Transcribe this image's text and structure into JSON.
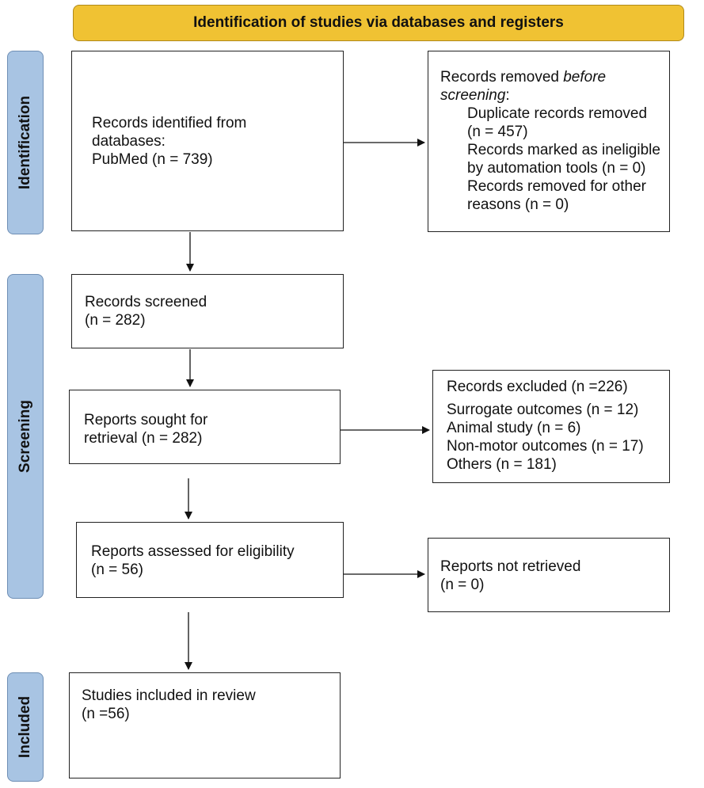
{
  "header": {
    "title": "Identification of studies via databases and registers"
  },
  "phases": {
    "identification": "Identification",
    "screening": "Screening",
    "included": "Included"
  },
  "boxes": {
    "identified": {
      "line1": "Records identified from",
      "line2": "databases:",
      "line3": "PubMed (n = 739)"
    },
    "removed": {
      "line1_pre": "Records removed ",
      "line1_em": "before",
      "line2_em": "screening",
      "line2_post": ":",
      "items": [
        "Duplicate records removed",
        "(n = 457)",
        "Records marked as ineligible",
        "by automation tools (n = 0)",
        "Records removed for other",
        "reasons (n = 0)"
      ]
    },
    "screened": {
      "line1": "Records screened",
      "line2": "(n = 282)"
    },
    "excluded": {
      "line1": "Records excluded (n =226)",
      "items": [
        "Surrogate outcomes (n = 12)",
        "Animal study (n = 6)",
        "Non-motor outcomes (n = 17)",
        "Others (n = 181)"
      ]
    },
    "sought": {
      "line1": "Reports sought for",
      "line2": "retrieval (n = 282)"
    },
    "assessed": {
      "line1": "Reports assessed for eligibility",
      "line2": "(n = 56)"
    },
    "not_retrieved": {
      "line1": "Reports not retrieved",
      "line2": "(n = 0)"
    },
    "included": {
      "line1": "Studies included in review",
      "line2": "(n =56)"
    }
  },
  "colors": {
    "header": "#f0c233",
    "phase": "#a8c4e3"
  }
}
